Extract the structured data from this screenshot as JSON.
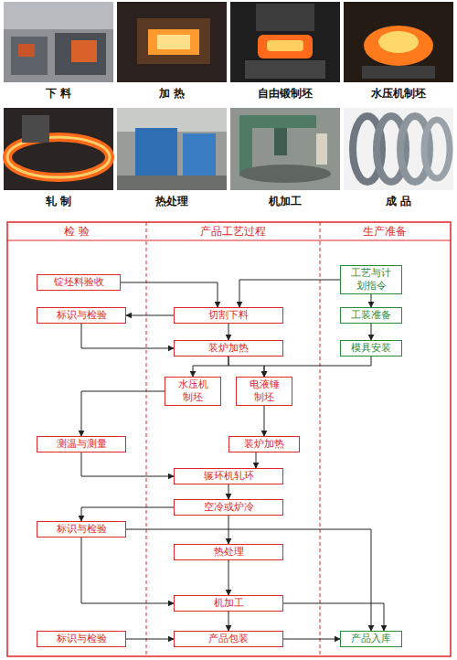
{
  "diagram": {
    "nodes": [
      {
        "text": [
          "锭坯料验收"
        ]
      },
      {
        "text": [
          "工艺与计划指令"
        ]
      },
      {
        "text": [
          "标识与检验"
        ]
      },
      {
        "text": [
          "切割下料"
        ]
      },
      {
        "text": [
          "工装准备"
        ]
      },
      {
        "text": [
          "装炉加热"
        ]
      },
      {
        "text": [
          "模具安装"
        ]
      },
      {
        "text": [
          "水压机制坯"
        ]
      },
      {
        "text": [
          "电液锤制坯"
        ]
      },
      {
        "text": [
          "测温与测量"
        ]
      },
      {
        "text": [
          "装炉加热"
        ]
      },
      {
        "text": [
          "辗环机轧环"
        ]
      },
      {
        "text": [
          "空冷或炉冷"
        ]
      },
      {
        "text": [
          "标识与检验"
        ]
      },
      {
        "text": [
          "热处理"
        ]
      },
      {
        "text": [
          "机加工"
        ]
      },
      {
        "text": [
          "标识与检验"
        ]
      },
      {
        "text": [
          "产品包装"
        ]
      },
      {
        "text": [
          "产品入库"
        ]
      }
    ],
    "edges": [
      {
        "from": 0,
        "to": 3,
        "arrow": "to"
      },
      {
        "from": 1,
        "to": 3,
        "arrow": "to"
      },
      {
        "from": 1,
        "to": 4,
        "arrow": "to"
      },
      {
        "from": 3,
        "to": 2,
        "arrow": "to"
      },
      {
        "from": 3,
        "to": 5,
        "arrow": "to"
      },
      {
        "from": 2,
        "to": 5,
        "arrow": "to"
      },
      {
        "from": 4,
        "to": 6,
        "arrow": "to"
      },
      {
        "from": 6,
        "to": 8,
        "arrow": "to"
      },
      {
        "from": 5,
        "to": 7,
        "arrow": "to"
      },
      {
        "from": 5,
        "to": 8,
        "arrow": "to"
      },
      {
        "from": 7,
        "to": 9,
        "arrow": "to"
      },
      {
        "from": 8,
        "to": 10,
        "arrow": "to"
      },
      {
        "from": 9,
        "to": 11,
        "arrow": "to"
      },
      {
        "from": 10,
        "to": 11,
        "arrow": "to"
      },
      {
        "from": 11,
        "to": 12,
        "arrow": "to"
      },
      {
        "from": 12,
        "to": 13,
        "arrow": "to"
      },
      {
        "from": 12,
        "to": 14,
        "arrow": "to"
      },
      {
        "from": 13,
        "to": 18,
        "arrow": "to"
      },
      {
        "from": 13,
        "to": 15,
        "arrow": "to"
      },
      {
        "from": 14,
        "to": 15,
        "arrow": "to"
      },
      {
        "from": 15,
        "to": 18,
        "arrow": "to"
      },
      {
        "from": 15,
        "to": 17,
        "arrow": "to"
      },
      {
        "from": 16,
        "to": 17,
        "arrow": "to"
      },
      {
        "from": 17,
        "to": 18,
        "arrow": "to"
      }
    ],
    "labels": [
      "下 料",
      "加 热",
      "自由锻制坯",
      "水压机制坯",
      "轧 制",
      "热处理",
      "机加工",
      "成 品",
      "检 验",
      "产品工艺过程",
      "生产准备"
    ]
  }
}
